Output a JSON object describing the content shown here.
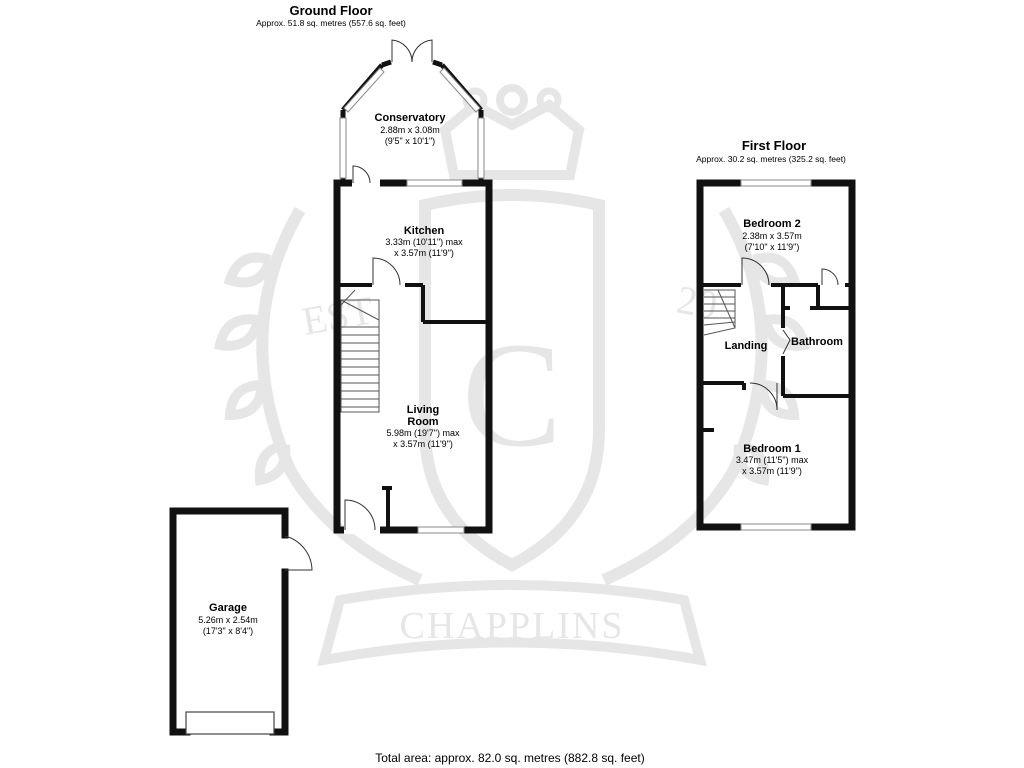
{
  "ground_floor": {
    "title": "Ground Floor",
    "area": "Approx. 51.8 sq. metres (557.6 sq. feet)",
    "rooms": [
      {
        "name": "Conservatory",
        "dims": [
          "2.88m x 3.08m",
          "(9'5\" x 10'1\")"
        ]
      },
      {
        "name": "Kitchen",
        "dims": [
          "3.33m (10'11\") max",
          "x 3.57m (11'9\")"
        ]
      },
      {
        "name": "Living",
        "name2": "Room",
        "dims": [
          "5.98m (19'7\") max",
          "x 3.57m (11'9\")"
        ]
      }
    ]
  },
  "first_floor": {
    "title": "First Floor",
    "area": "Approx. 30.2 sq. metres (325.2 sq. feet)",
    "rooms": [
      {
        "name": "Bedroom 2",
        "dims": [
          "2.38m x 3.57m",
          "(7'10\" x 11'9\")"
        ]
      },
      {
        "name": "Landing"
      },
      {
        "name": "Bathroom"
      },
      {
        "name": "Bedroom 1",
        "dims": [
          "3.47m (11'5\") max",
          "x 3.57m (11'9\")"
        ]
      }
    ]
  },
  "garage": {
    "name": "Garage",
    "dims": [
      "5.26m x 2.54m",
      "(17'3\" x 8'4\")"
    ]
  },
  "total_area": "Total area: approx. 82.0 sq. metres (882.8 sq. feet)",
  "watermark": {
    "brand": "CHAPPLINS",
    "monogram": "C",
    "est_left": "EST",
    "est_right": "20"
  },
  "colors": {
    "wall": "#111111",
    "watermark": "#eaeaea",
    "window": "#ffffff"
  }
}
